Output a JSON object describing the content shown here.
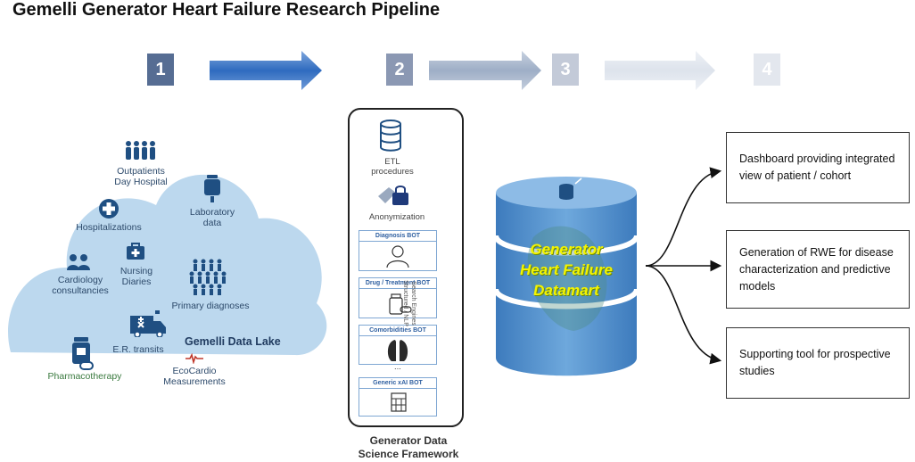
{
  "title": "Gemelli Generator Heart Failure Research Pipeline",
  "steps": [
    {
      "number": "1",
      "color": "#566d93"
    },
    {
      "number": "2",
      "color": "#8b98b3"
    },
    {
      "number": "3",
      "color": "#c3cad8"
    },
    {
      "number": "4",
      "color": "#e3e7ee"
    }
  ],
  "data_lake": {
    "name": "Gemelli Data Lake",
    "sources": [
      {
        "label": "Outpatients\nDay Hospital",
        "icon": "people-group-icon"
      },
      {
        "label": "Laboratory\ndata",
        "icon": "iv-bag-icon"
      },
      {
        "label": "Hospitalizations",
        "icon": "medical-cross-icon"
      },
      {
        "label": "Cardiology\nconsultancies",
        "icon": "doctors-icon"
      },
      {
        "label": "Nursing\nDiaries",
        "icon": "first-aid-kit-icon"
      },
      {
        "label": "Primary diagnoses",
        "icon": "population-icon"
      },
      {
        "label": "E.R. transits",
        "icon": "ambulance-icon"
      },
      {
        "label": "Pharmacotherapy",
        "icon": "pill-bottle-icon"
      },
      {
        "label": "EcoCardio\nMeasurements",
        "icon": "heartbeat-icon"
      }
    ]
  },
  "framework": {
    "caption": "Generator Data\nScience Framework",
    "etl_label": "ETL\nprocedures",
    "anon_label": "Anonymization",
    "side_text": "Search Engines\nStructured / NLP",
    "ellipsis": "...",
    "bots": [
      {
        "label": "Diagnosis BOT",
        "icon": "doctor-icon"
      },
      {
        "label": "Drug / Treatment BOT",
        "icon": "medicine-icon"
      },
      {
        "label": "Comorbidities BOT",
        "icon": "lungs-icon"
      },
      {
        "label": "Generic xAI BOT",
        "icon": "calculator-icon"
      }
    ]
  },
  "datamart": {
    "label": "Generator\nHeart Failure\nDatamart"
  },
  "outputs": [
    {
      "text": "Dashboard providing integrated view of patient / cohort"
    },
    {
      "text": "Generation of RWE for disease characterization and predictive models"
    },
    {
      "text": "Supporting tool for prospective studies"
    }
  ],
  "colors": {
    "cloud": "#bcd8ee",
    "accent": "#1f4f82",
    "datamart": "#4f8ec9",
    "datamart_text": "#f4f400"
  }
}
